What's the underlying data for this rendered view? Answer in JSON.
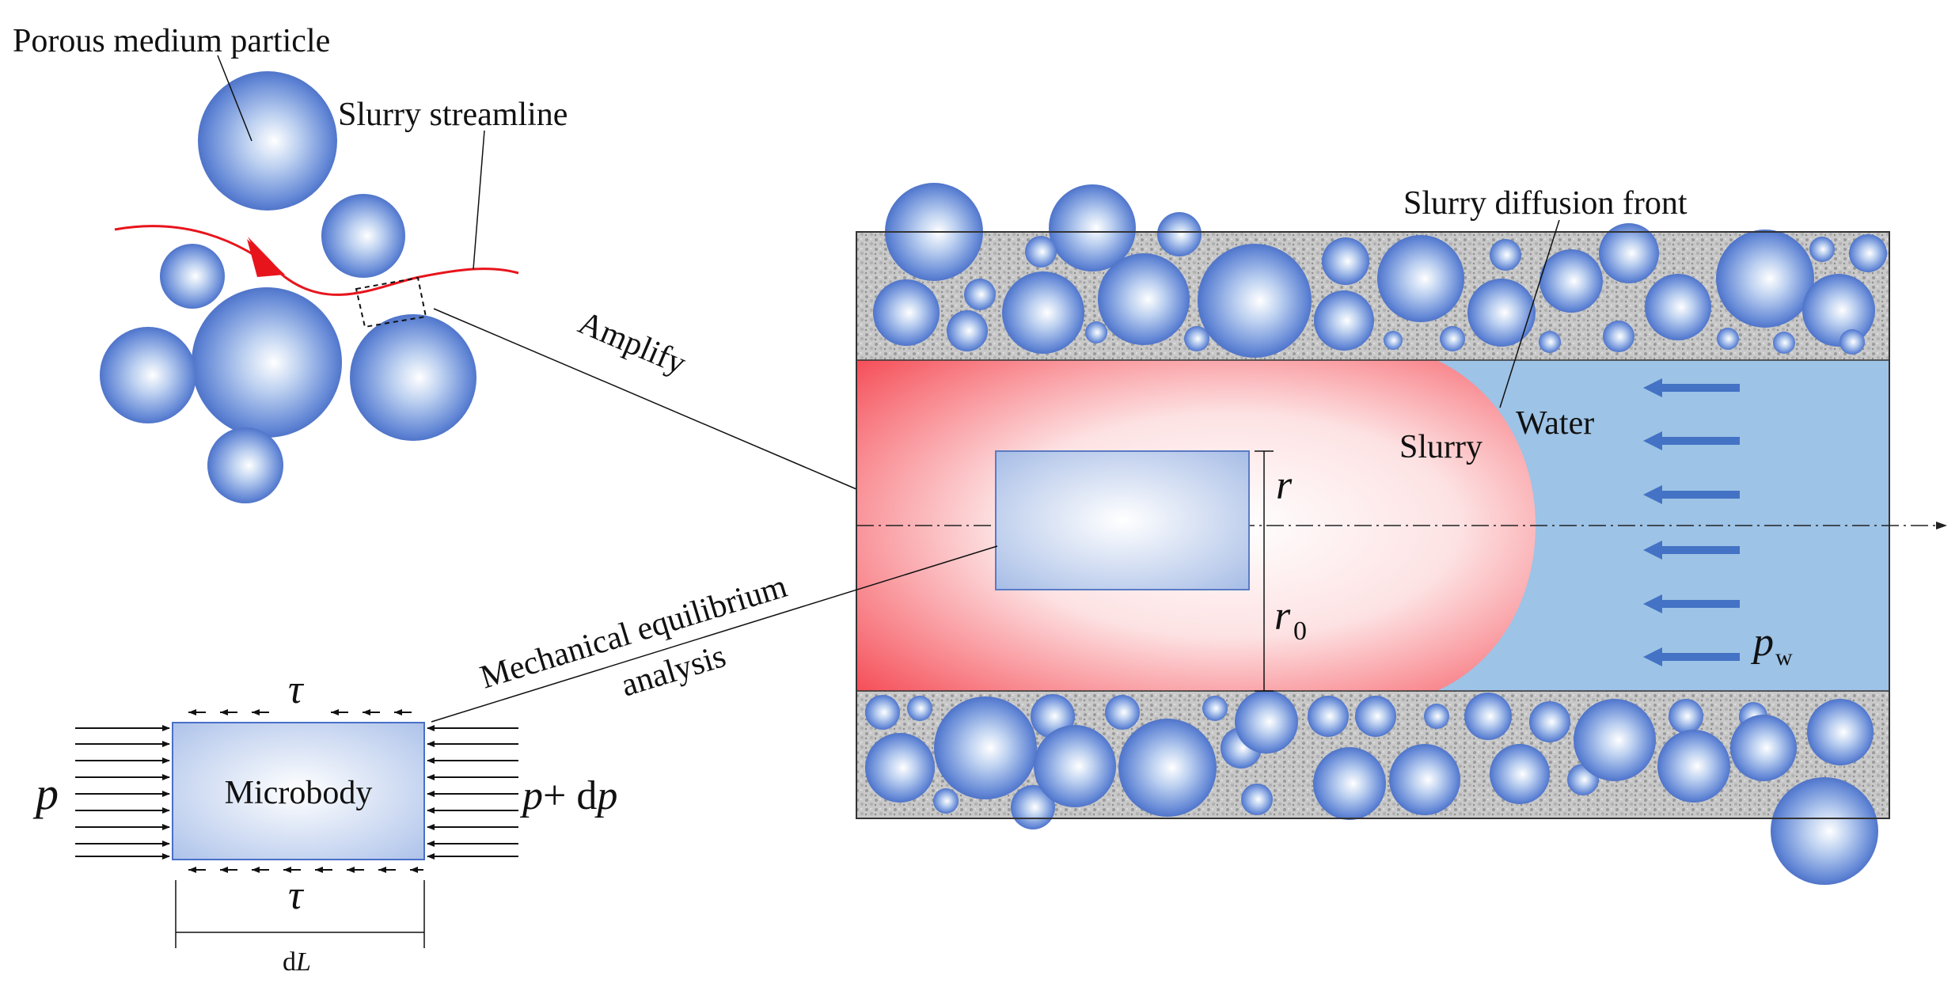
{
  "labels": {
    "porous_particle": "Porous medium particle",
    "slurry_streamline": "Slurry streamline",
    "amplify": "Amplify",
    "diffusion_front": "Slurry diffusion front",
    "slurry": "Slurry",
    "water": "Water",
    "mech_line1": "Mechanical equilibrium",
    "mech_line2": "analysis",
    "microbody": "Microbody",
    "r": "r",
    "r0": "r",
    "r0_sub": "0",
    "p_left": "p",
    "p_right_p": "p",
    "p_right_plus": "+ d",
    "p_right_p2": "p",
    "tau_top": "τ",
    "tau_bottom": "τ",
    "dl_d": "d",
    "dl_L": "L",
    "pw": "p",
    "pw_sub": "w"
  },
  "colors": {
    "particle_blue": "#4a6fc7",
    "slurry_red": "#f54b55",
    "water_blue": "#9dc3e6",
    "arrow_blue": "#4472c4",
    "streamline_red": "#e8141c"
  }
}
